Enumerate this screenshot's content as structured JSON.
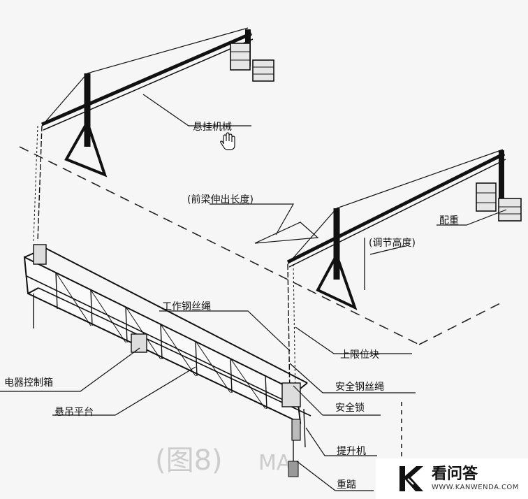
{
  "labels": {
    "suspension_mechanism": "悬挂机械",
    "front_beam_extension": "(前梁伸出长度)",
    "counterweight": "配重",
    "adjust_height": "(调节高度)",
    "working_wire_rope": "工作钢丝绳",
    "upper_limit_block": "上限位块",
    "safety_wire_rope": "安全钢丝绳",
    "electrical_control_box": "电器控制箱",
    "safety_lock": "安全锁",
    "suspended_platform": "悬吊平台",
    "hoist": "提升机",
    "heavy_weight": "重踮"
  },
  "watermark": {
    "brand": "看问答",
    "url": "WWW.KANWENDA.COM",
    "bg_marks": [
      "(图8)",
      "MA"
    ]
  }
}
